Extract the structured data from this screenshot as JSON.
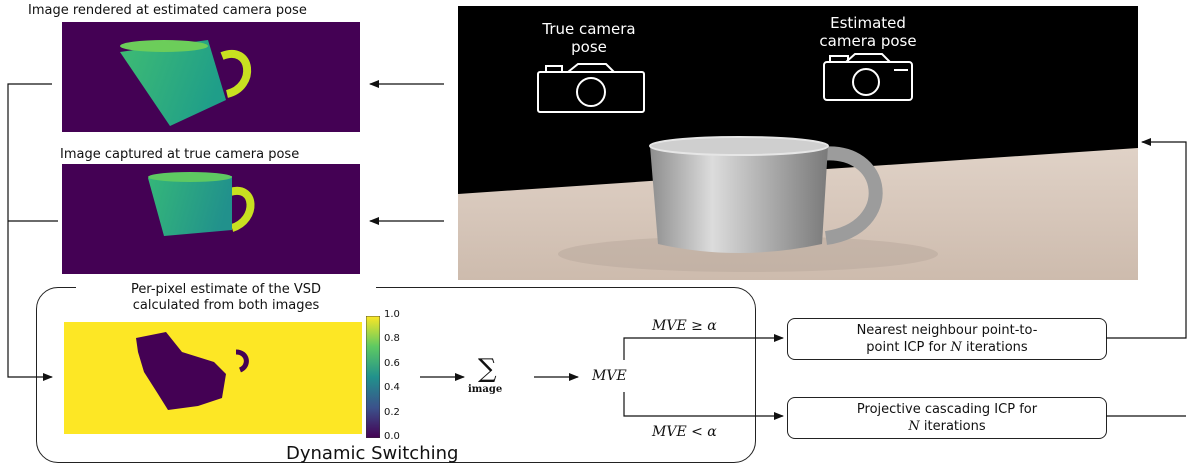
{
  "captions": {
    "rendered": "Image rendered at estimated camera pose",
    "captured": "Image captured at true camera pose",
    "vsd_line1": "Per-pixel estimate of the VSD",
    "vsd_line2": "calculated from both images"
  },
  "scene": {
    "true_camera_line1": "True camera",
    "true_camera_line2": "pose",
    "est_camera_line1": "Estimated",
    "est_camera_line2": "camera pose"
  },
  "colorbar": {
    "ticks": [
      "1.0",
      "0.8",
      "0.6",
      "0.4",
      "0.2",
      "0.0"
    ]
  },
  "flow": {
    "sum_symbol": "∑",
    "sum_sub": "image",
    "mve": "MVE",
    "cond_ge": "MVE ≥ α",
    "cond_lt": "MVE < α"
  },
  "boxes": {
    "nn_line1": "Nearest neighbour point-to-",
    "nn_line2_prefix": "point ICP for ",
    "nn_n": "N",
    "nn_line2_suffix": " iterations",
    "proj_line1": "Projective cascading ICP for",
    "proj_n": "N",
    "proj_line2_suffix": " iterations"
  },
  "dynamic_label": "Dynamic Switching",
  "colors": {
    "viridis_dark": "#440154",
    "viridis_yellow": "#fde725",
    "viridis_green": "#3fbc73",
    "viridis_teal": "#1f9e89"
  }
}
